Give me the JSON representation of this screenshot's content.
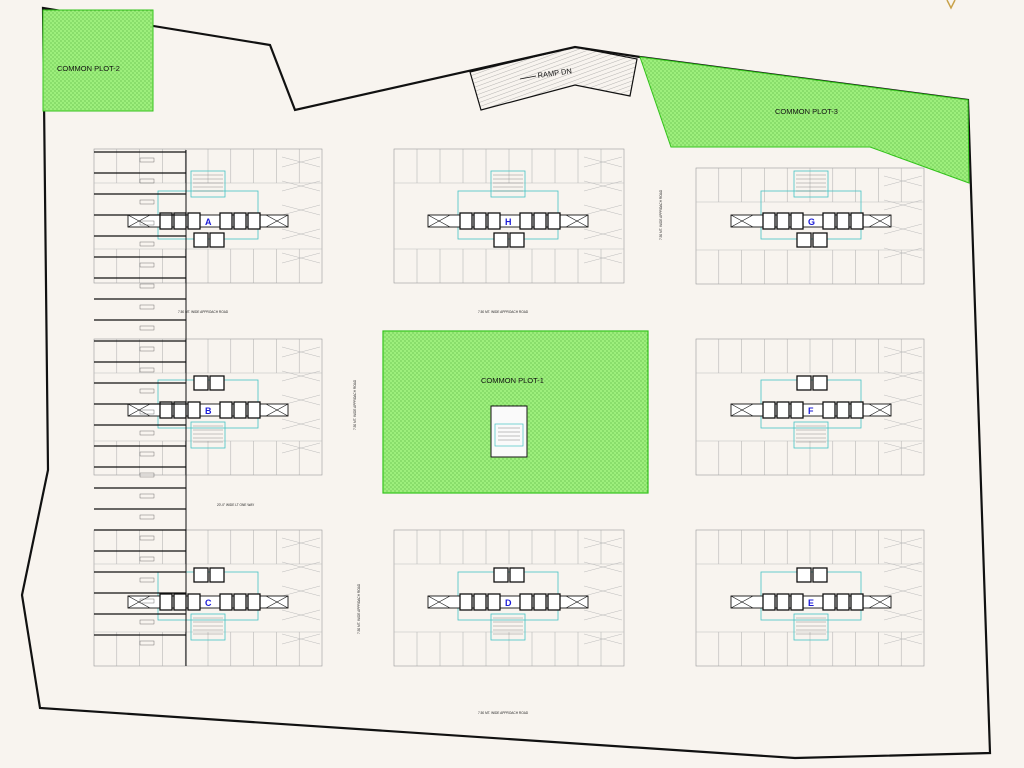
{
  "plots": {
    "plot1": "COMMON PLOT-1",
    "plot2": "COMMON PLOT-2",
    "plot3": "COMMON PLOT-3"
  },
  "ramp": "RAMP DN",
  "roads": {
    "top_left": "7.50 MT. WIDE APPROACH ROAD",
    "top_mid": "7.50 MT. WIDE APPROACH ROAD",
    "vertical_right": "7.50 MT. WIDE APPROACH ROAD",
    "vertical_mid_upper": "7.50 MT. WIDE APPROACH ROAD",
    "vertical_mid_lower": "7.50 MT. WIDE APPROACH ROAD",
    "bottom": "7.50 MT. WIDE APPROACH ROAD",
    "side": "20'-0\" WIDE LT ONE WAY"
  },
  "blocks": [
    {
      "id": "A",
      "label": "A"
    },
    {
      "id": "H",
      "label": "H"
    },
    {
      "id": "G",
      "label": "G"
    },
    {
      "id": "B",
      "label": "B"
    },
    {
      "id": "F",
      "label": "F"
    },
    {
      "id": "C",
      "label": "C"
    },
    {
      "id": "D",
      "label": "D"
    },
    {
      "id": "E",
      "label": "E"
    }
  ],
  "colors": {
    "green": "#99ee7a",
    "green_dots": "#3c9a2a",
    "line": "#111111",
    "block_label": "#1a1ad6",
    "cyan": "#44c4c4"
  }
}
